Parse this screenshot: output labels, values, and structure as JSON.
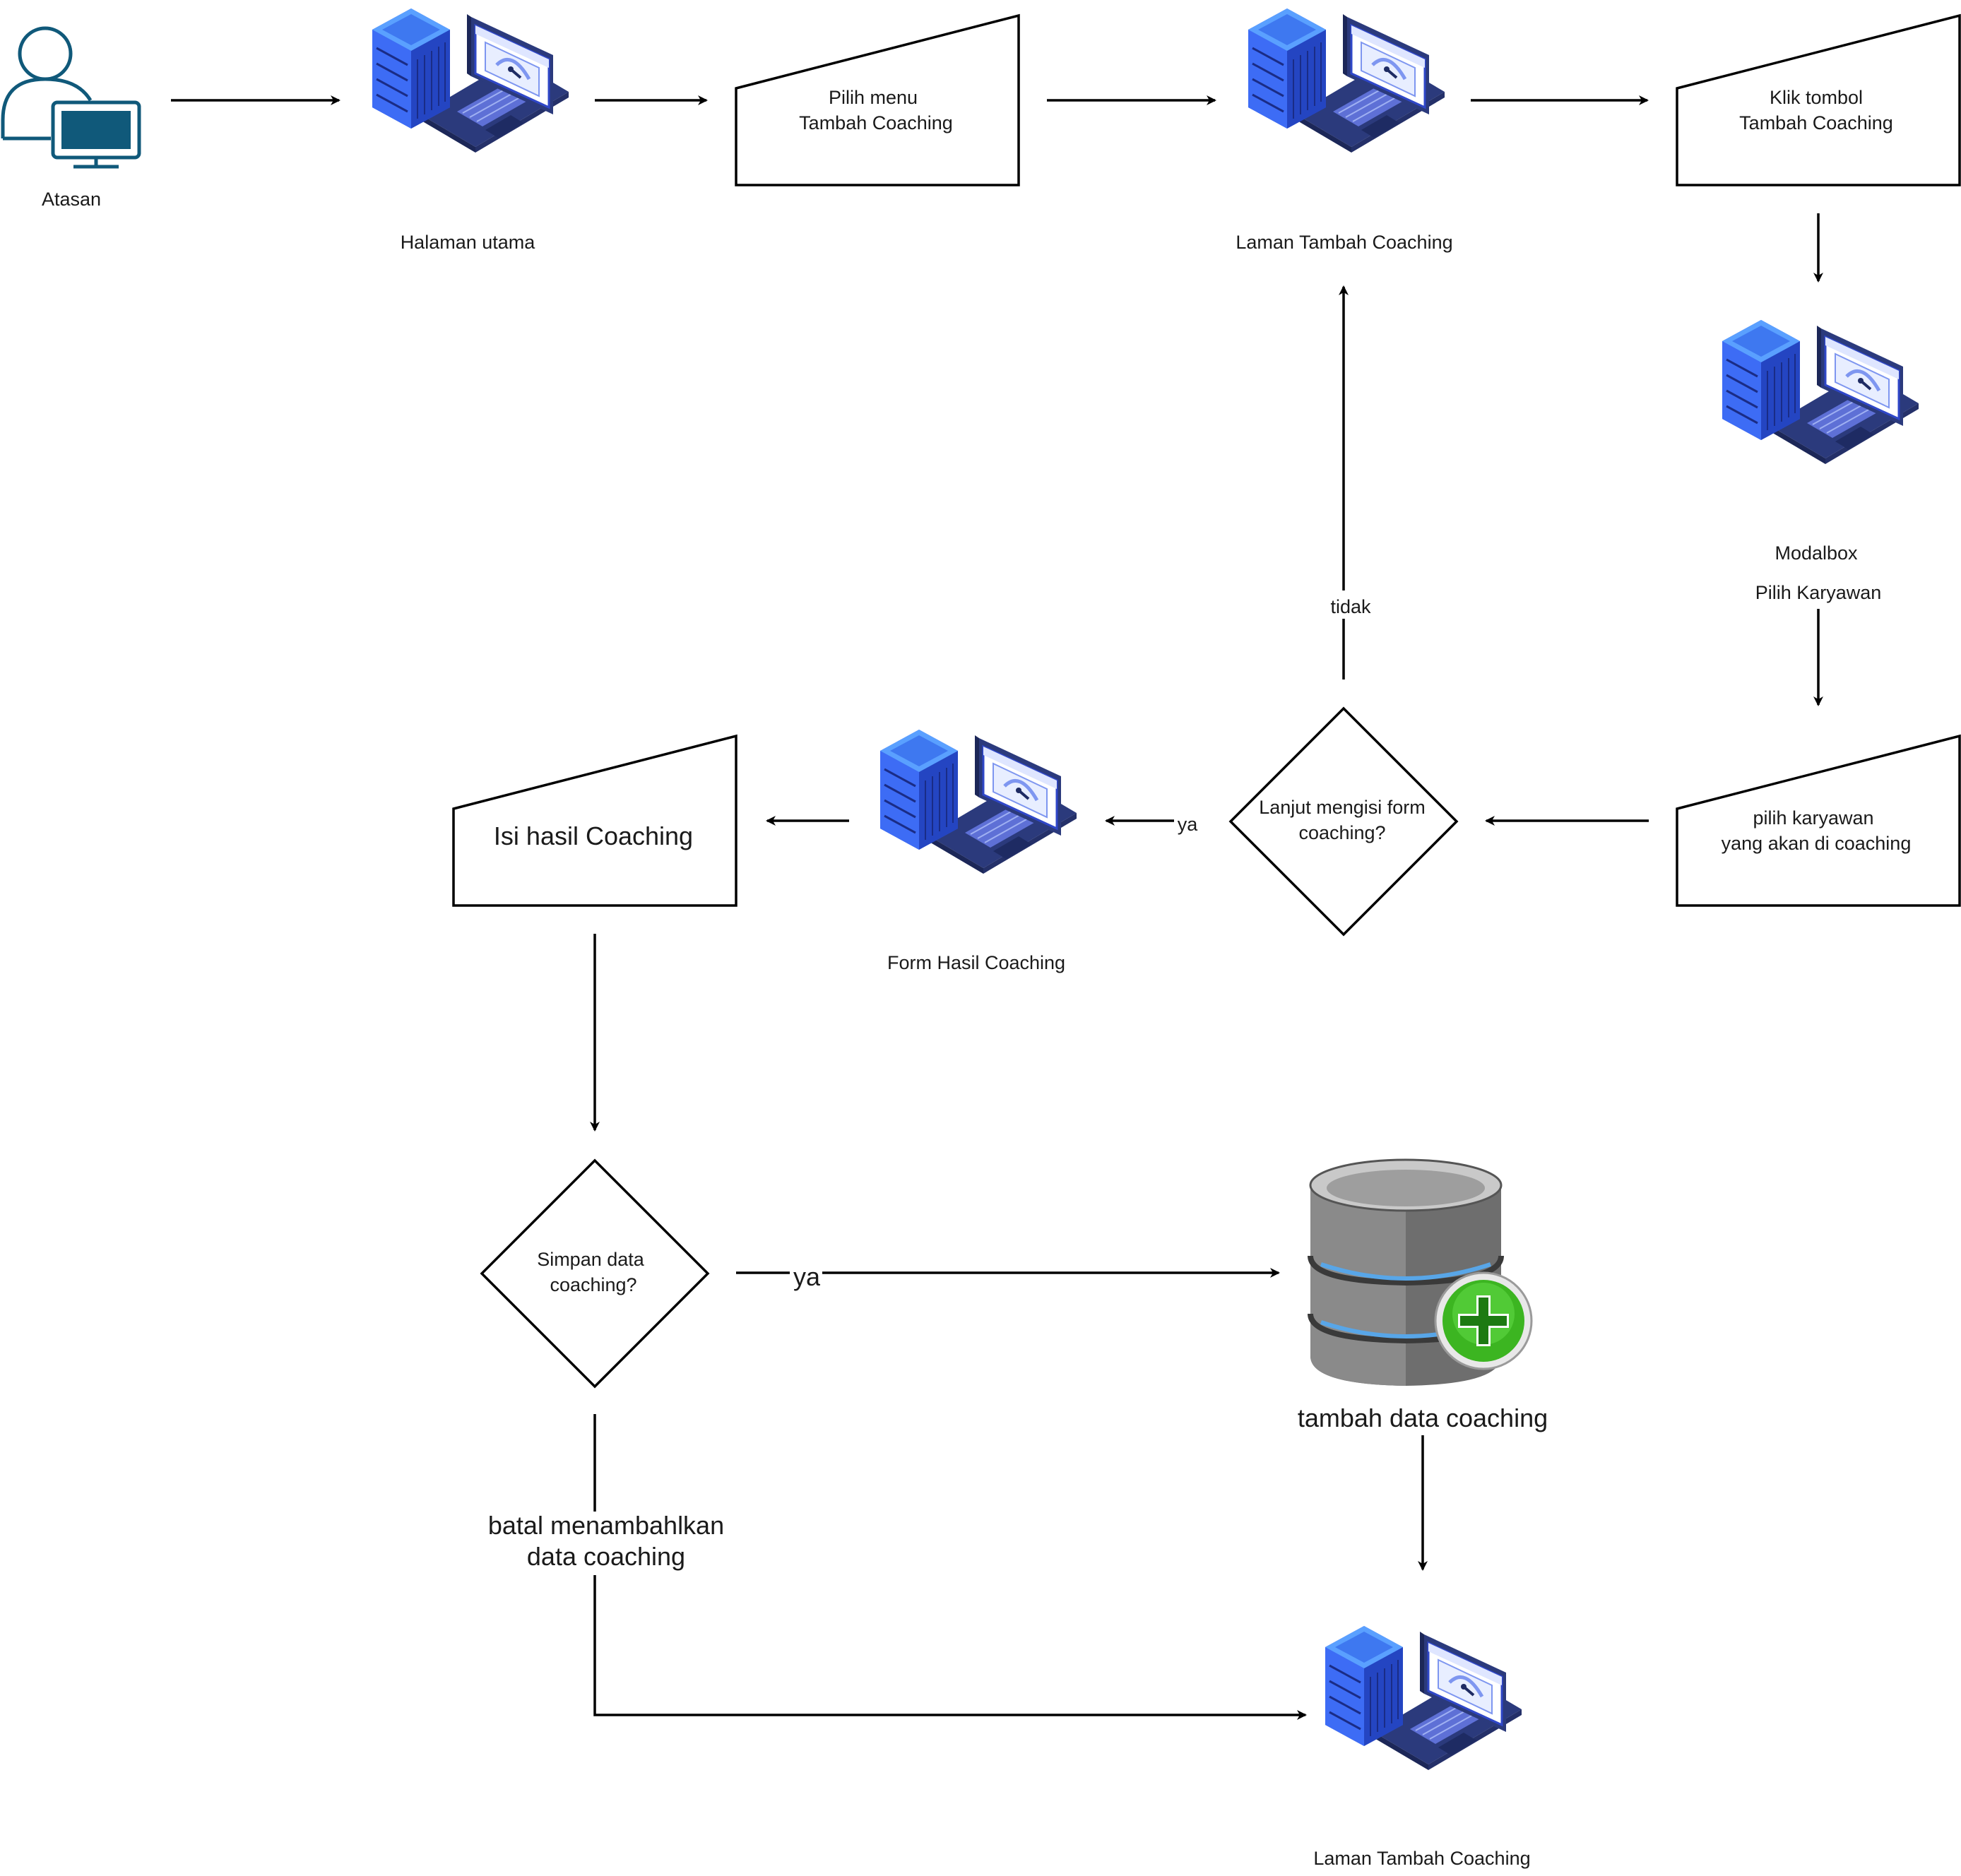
{
  "actor": {
    "label": "Atasan",
    "icon": "user-monitor-icon",
    "color": "#10597a"
  },
  "screens": {
    "halaman_utama": "Halaman utama",
    "laman_tambah_1": "Laman Tambah Coaching",
    "modalbox_line1": "Modalbox",
    "modalbox_line2": "Pilih Karyawan",
    "form_hasil": "Form Hasil Coaching",
    "laman_tambah_2": "Laman Tambah Coaching"
  },
  "inputs": {
    "pilih_menu": [
      "Pilih menu",
      "Tambah Coaching"
    ],
    "klik_tombol": [
      "Klik tombol",
      "Tambah Coaching"
    ],
    "pilih_karyawan": [
      "pilih karyawan",
      "yang akan di coaching"
    ],
    "isi_hasil": "Isi hasil Coaching"
  },
  "decisions": {
    "lanjut": [
      "Lanjut mengisi form",
      "coaching?"
    ],
    "simpan": [
      "Simpan data",
      "coaching?"
    ]
  },
  "edge_labels": {
    "tidak": "tidak",
    "ya_1": "ya",
    "ya_2": "ya",
    "batal_line1": "batal menambahlkan",
    "batal_line2": "data coaching"
  },
  "database": {
    "label": "tambah data coaching",
    "icon": "database-add-icon",
    "plus_color": "#3cb521"
  },
  "icons": {
    "screen": "server-laptop-icon"
  }
}
